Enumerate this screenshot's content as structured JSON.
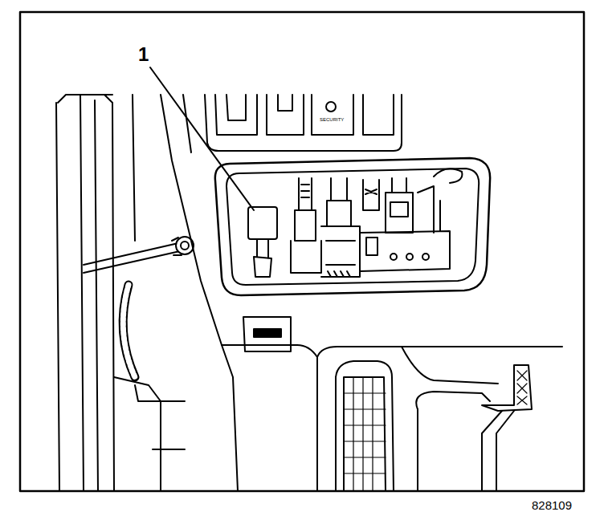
{
  "diagram": {
    "labels": [
      "1",
      "SECURITY",
      "828109"
    ]
  }
}
